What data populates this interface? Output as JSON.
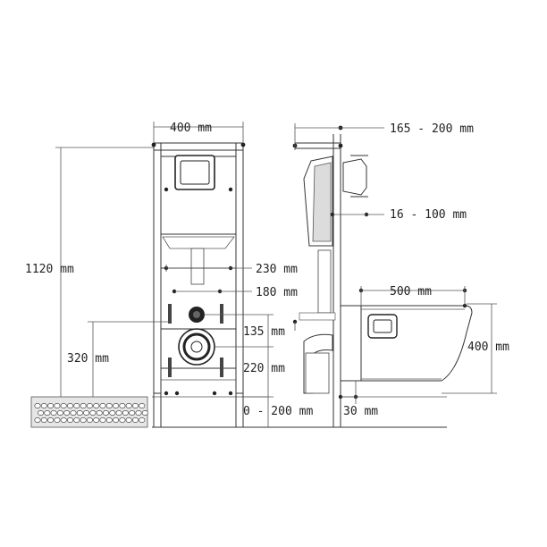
{
  "dimensions": {
    "frame_width": "400 mm",
    "frame_height": "1120 mm",
    "mount_230": "230 mm",
    "mount_180": "180 mm",
    "mount_135": "135 mm",
    "drain_height": "320 mm",
    "inlet_height": "220 mm",
    "floor_range": "0 - 200 mm",
    "wall_depth": "165 - 200 mm",
    "wall_range": "16 - 100 mm",
    "bowl_length": "500 mm",
    "bowl_height": "400 mm",
    "wall_gap": "30 mm"
  }
}
